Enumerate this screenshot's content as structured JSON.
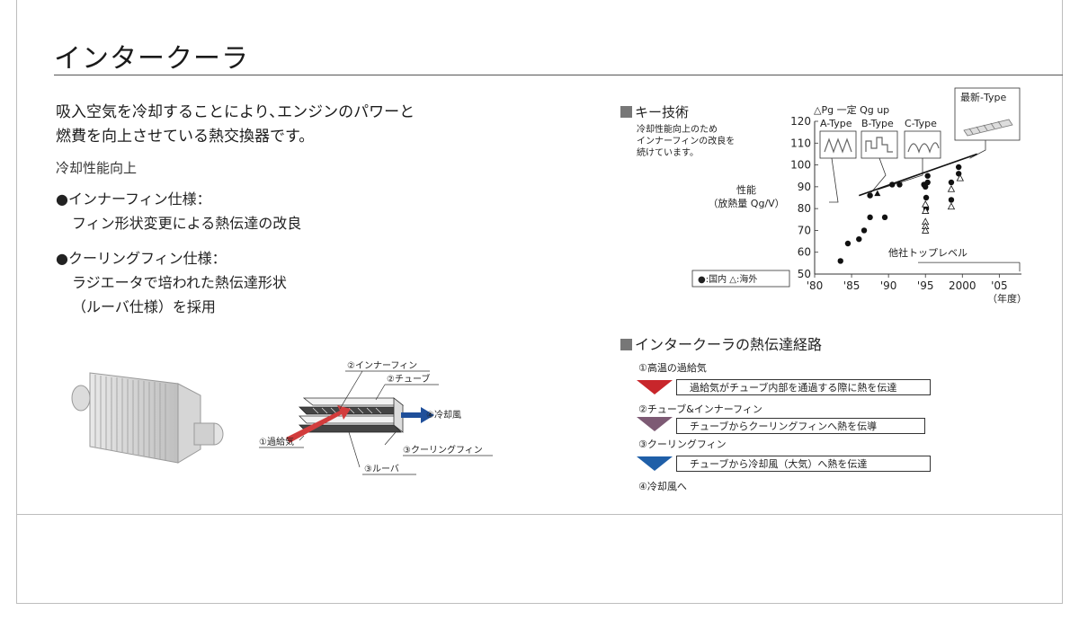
{
  "page": {
    "title": "インタークーラ",
    "intro_line1": "吸入空気を冷却することにより､エンジンのパワーと",
    "intro_line2": "燃費を向上させている熱交換器です。",
    "subheading": "冷却性能向上",
    "bullets": [
      {
        "title": "●インナーフィン仕様：",
        "detail": "フィン形状変更による熱伝達の改良"
      },
      {
        "title": "●クーリングフィン仕様：",
        "detail1": "ラジエータで培われた熱伝達形状",
        "detail2": "（ルーバ仕様）を採用"
      }
    ]
  },
  "diagram": {
    "inner_fin": "②インナーフィン",
    "tube": "②チューブ",
    "cooling_air": "④冷却風",
    "supercharged_air": "①過給気",
    "cooling_fin": "③クーリングフィン",
    "louver": "③ルーバ"
  },
  "key_tech": {
    "heading": "キー技術",
    "note_line1": "冷却性能向上のため",
    "note_line2": "インナーフィンの改良を",
    "note_line3": "続けています。",
    "condition": "△Pg 一定 Qg up",
    "latest_type": "最新-Type",
    "type_a": "A-Type",
    "type_b": "B-Type",
    "type_c": "C-Type",
    "competitor": "他社トップレベル",
    "legend": "●:国内 △:海外"
  },
  "chart_data": {
    "type": "scatter",
    "ylabel_line1": "性能",
    "ylabel_line2": "（放熱量 Qg/V）",
    "xlabel": "（年度）",
    "xlim": [
      1980,
      2008
    ],
    "ylim": [
      50,
      120
    ],
    "x_ticks": [
      {
        "value": 1980,
        "label": "'80"
      },
      {
        "value": 1985,
        "label": "'85"
      },
      {
        "value": 1990,
        "label": "'90"
      },
      {
        "value": 1995,
        "label": "'95"
      },
      {
        "value": 2000,
        "label": "2000"
      },
      {
        "value": 2005,
        "label": "'05"
      }
    ],
    "y_ticks": [
      50,
      60,
      70,
      80,
      90,
      100,
      110,
      120
    ],
    "series": [
      {
        "marker": "filled-circle",
        "points": [
          [
            1983.5,
            56
          ],
          [
            1984.5,
            64
          ],
          [
            1986,
            66
          ],
          [
            1986.7,
            70
          ],
          [
            1987.5,
            76
          ],
          [
            1987.5,
            86
          ],
          [
            1989.5,
            76
          ],
          [
            1990.5,
            91
          ],
          [
            1991.5,
            91
          ],
          [
            1994.8,
            91
          ],
          [
            1995,
            90
          ],
          [
            1995.3,
            92
          ],
          [
            1995.3,
            95
          ],
          [
            1995.1,
            85
          ],
          [
            1995.1,
            80
          ],
          [
            1998.5,
            84
          ],
          [
            1998.5,
            92
          ],
          [
            1999.5,
            96
          ],
          [
            1999.5,
            99
          ]
        ]
      },
      {
        "marker": "open-triangle",
        "points": [
          [
            1995,
            82
          ],
          [
            1995,
            79
          ],
          [
            1995,
            74
          ],
          [
            1995,
            72
          ],
          [
            1995,
            70
          ],
          [
            1998.5,
            81
          ],
          [
            1998.5,
            89
          ],
          [
            1999.7,
            94
          ]
        ]
      },
      {
        "marker": "filled-triangle",
        "points": [
          [
            1988.5,
            87
          ]
        ]
      }
    ],
    "trend": [
      [
        1986,
        86
      ],
      [
        2002,
        105
      ]
    ],
    "competitor_level": 52
  },
  "transfer": {
    "heading": "インタークーラの熱伝達経路",
    "step1": "①高温の過給気",
    "msg1": "過給気がチューブ内部を通過する際に熱を伝達",
    "step2": "②チューブ&インナーフィン",
    "msg2": "チューブからクーリングフィンへ熱を伝導",
    "step3": "③クーリングフィン",
    "msg3": "チューブから冷却風（大気）へ熱を伝達",
    "step4": "④冷却風へ",
    "colors": {
      "red": "#c8262b",
      "purple": "#7d5a74",
      "blue": "#1f5fa8"
    }
  }
}
